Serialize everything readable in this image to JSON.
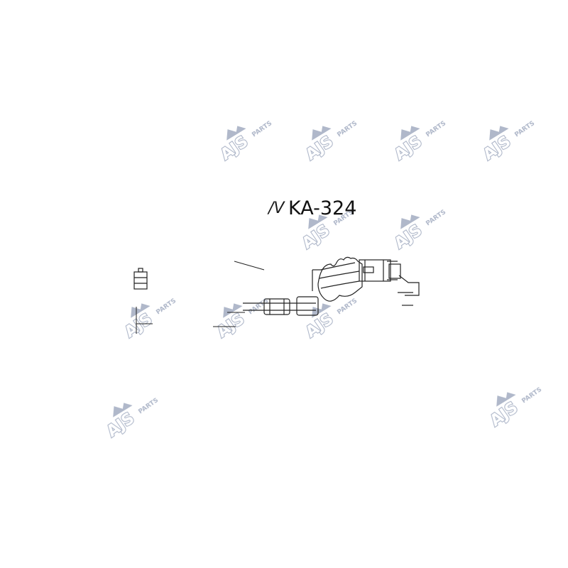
{
  "diagram": {
    "part_number": "KA-324",
    "title_prefix_fragment": "/V",
    "watermark": {
      "brand": "AJS",
      "word": "PARTS",
      "color": "#6f7f9f"
    },
    "line_color": "#222222"
  }
}
